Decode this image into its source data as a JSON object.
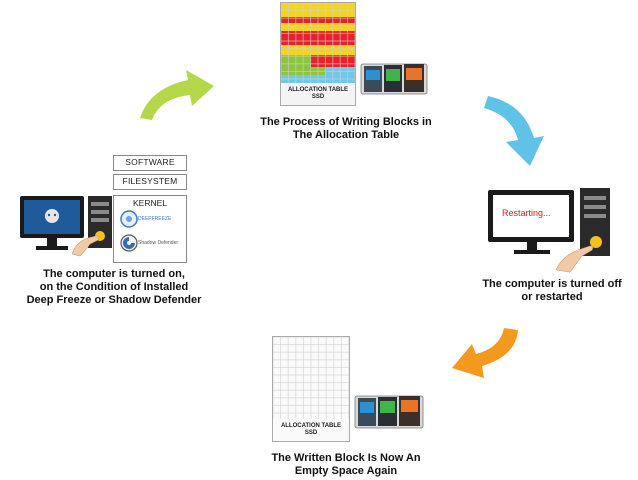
{
  "top": {
    "table_label_line1": "ALLOCATION TABLE",
    "table_label_line2": "SSD",
    "caption_line1": "The Process of Writing Blocks in",
    "caption_line2": "The Allocation Table"
  },
  "left": {
    "stack": {
      "software": "SOFTWARE",
      "filesystem": "FILESYSTEM",
      "kernel": "KERNEL",
      "kernel_item1": "DEEPFREEZE",
      "kernel_item2": "Shadow Defender"
    },
    "caption_line1": "The computer is turned on,",
    "caption_line2": "on the Condition of Installed",
    "caption_line3": "Deep Freeze or Shadow Defender"
  },
  "right": {
    "screen_text": "Restarting...",
    "caption_line1": "The computer is turned off",
    "caption_line2": "or restarted"
  },
  "bottom": {
    "table_label_line1": "ALLOCATION TABLE",
    "table_label_line2": "SSD",
    "caption_line1": "The Written Block Is Now An",
    "caption_line2": "Empty Space Again"
  },
  "colors": {
    "arrow_green": "#b5d84a",
    "arrow_blue": "#5ec3e6",
    "arrow_orange": "#f39a1e",
    "block_yellow": "#f4d51c",
    "block_red": "#e8222a",
    "block_green": "#8cc63e",
    "block_blue": "#6fc8e8",
    "monitor_screen": "#1f5b9a"
  }
}
